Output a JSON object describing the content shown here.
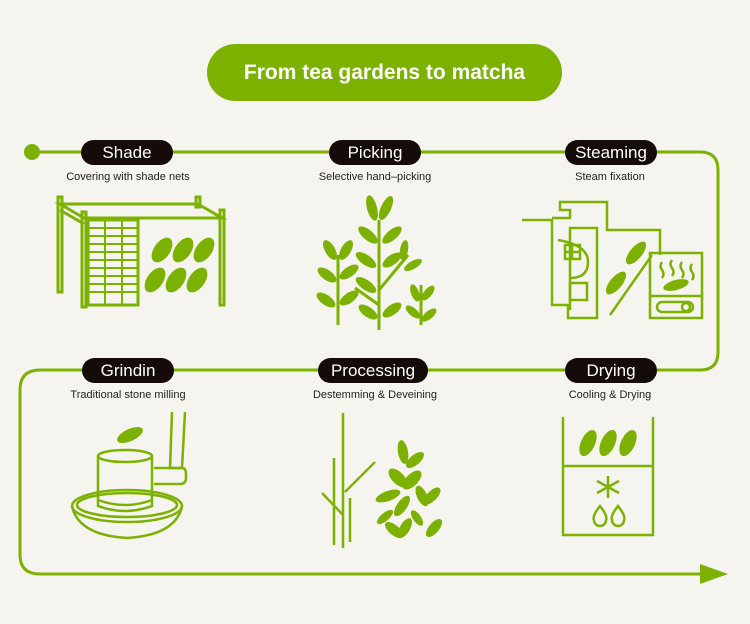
{
  "title": "From tea gardens to matcha",
  "colors": {
    "accent": "#7db100",
    "label_bg": "#150c0a",
    "background": "#f5f4ee"
  },
  "steps": [
    {
      "label": "Shade",
      "description": "Covering with shade nets",
      "icon": "shade-net-icon"
    },
    {
      "label": "Picking",
      "description": "Selective hand–picking",
      "icon": "tea-plant-icon"
    },
    {
      "label": "Steaming",
      "description": "Steam fixation",
      "icon": "steaming-machine-icon"
    },
    {
      "label": "Grindin",
      "description": "Traditional stone milling",
      "icon": "stone-mill-icon"
    },
    {
      "label": "Processing",
      "description": "Destemming & Deveining",
      "icon": "stems-leaves-icon"
    },
    {
      "label": "Drying",
      "description": "Cooling & Drying",
      "icon": "drying-box-icon"
    }
  ]
}
